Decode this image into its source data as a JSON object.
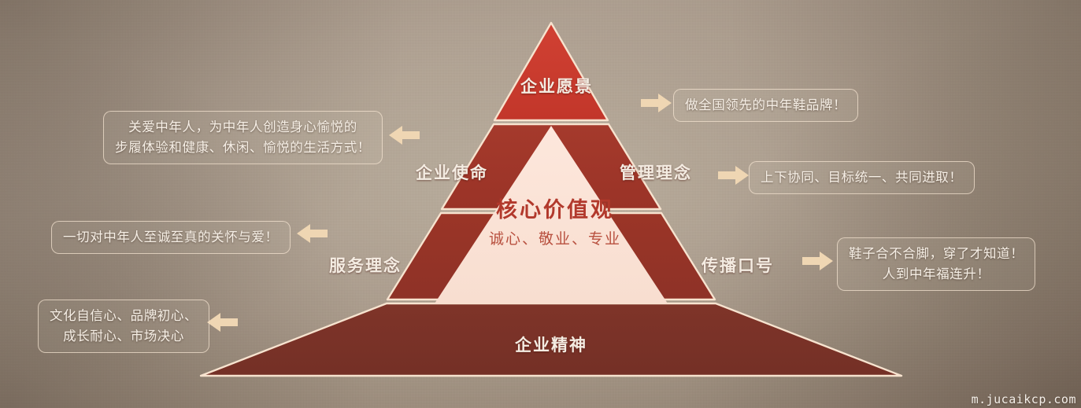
{
  "watermark": "m.jucaikcp.com",
  "colors": {
    "tier_top": "#cb3a2d",
    "tier_second": "#a0362a",
    "tier_third": "#993427",
    "tier_base": "#7c3227",
    "core_fill": "#fae3d6",
    "outline": "#f7e3cf",
    "arrow": "#efd6b3",
    "label_text": "#f4ece2",
    "core_text": "#b2392c",
    "background": "#a9998a"
  },
  "pyramid": {
    "tiers": [
      {
        "id": "vision",
        "label": "企业愿景",
        "icon": "pyramid-tier-top"
      },
      {
        "id": "mission",
        "label": "企业使命",
        "icon": "pyramid-tier-left-upper"
      },
      {
        "id": "mgmt",
        "label": "管理理念",
        "icon": "pyramid-tier-right-upper"
      },
      {
        "id": "service",
        "label": "服务理念",
        "icon": "pyramid-tier-left-lower"
      },
      {
        "id": "slogan",
        "label": "传播口号",
        "icon": "pyramid-tier-right-lower"
      },
      {
        "id": "spirit",
        "label": "企业精神",
        "icon": "pyramid-tier-base"
      }
    ],
    "core": {
      "title": "核心价值观",
      "subtitle": "诚心、敬业、专业"
    }
  },
  "callouts": {
    "vision": {
      "side": "right",
      "lines": [
        "做全国领先的中年鞋品牌！"
      ]
    },
    "mission": {
      "side": "left",
      "lines": [
        "关爱中年人，为中年人创造身心愉悦的",
        "步履体验和健康、休闲、愉悦的生活方式！"
      ]
    },
    "mgmt": {
      "side": "right",
      "lines": [
        "上下协同、目标统一、共同进取！"
      ]
    },
    "service": {
      "side": "left",
      "lines": [
        "一切对中年人至诚至真的关怀与爱！"
      ]
    },
    "slogan": {
      "side": "right",
      "lines": [
        "鞋子合不合脚，穿了才知道！",
        "人到中年福连升！"
      ]
    },
    "spirit": {
      "side": "left",
      "lines": [
        "文化自信心、品牌初心、",
        "成长耐心、市场决心"
      ]
    }
  }
}
